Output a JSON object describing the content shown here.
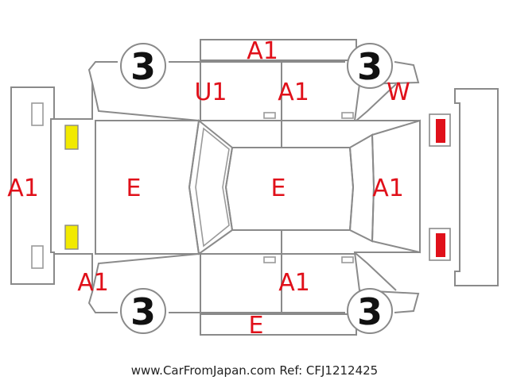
{
  "colors": {
    "label": "#e0101a",
    "line": "#8a8a8a",
    "headlight": "#f2ea00",
    "taillight": "#e0101a"
  },
  "labels": {
    "roof_top": "A1",
    "roof_bottom": "E",
    "front_bumper": "A1",
    "hood": "E",
    "roof": "E",
    "rear_bumper": "A1",
    "front_door_top": "U1",
    "rear_door_top": "A1",
    "rear_fender_top": "W",
    "front_fender_bottom": "A1",
    "rear_door_bottom": "A1"
  },
  "tires": {
    "front_left": "3",
    "rear_left": "3",
    "front_right": "3",
    "rear_right": "3"
  },
  "footer": "www.CarFromJapan.com Ref: CFJ1212425"
}
